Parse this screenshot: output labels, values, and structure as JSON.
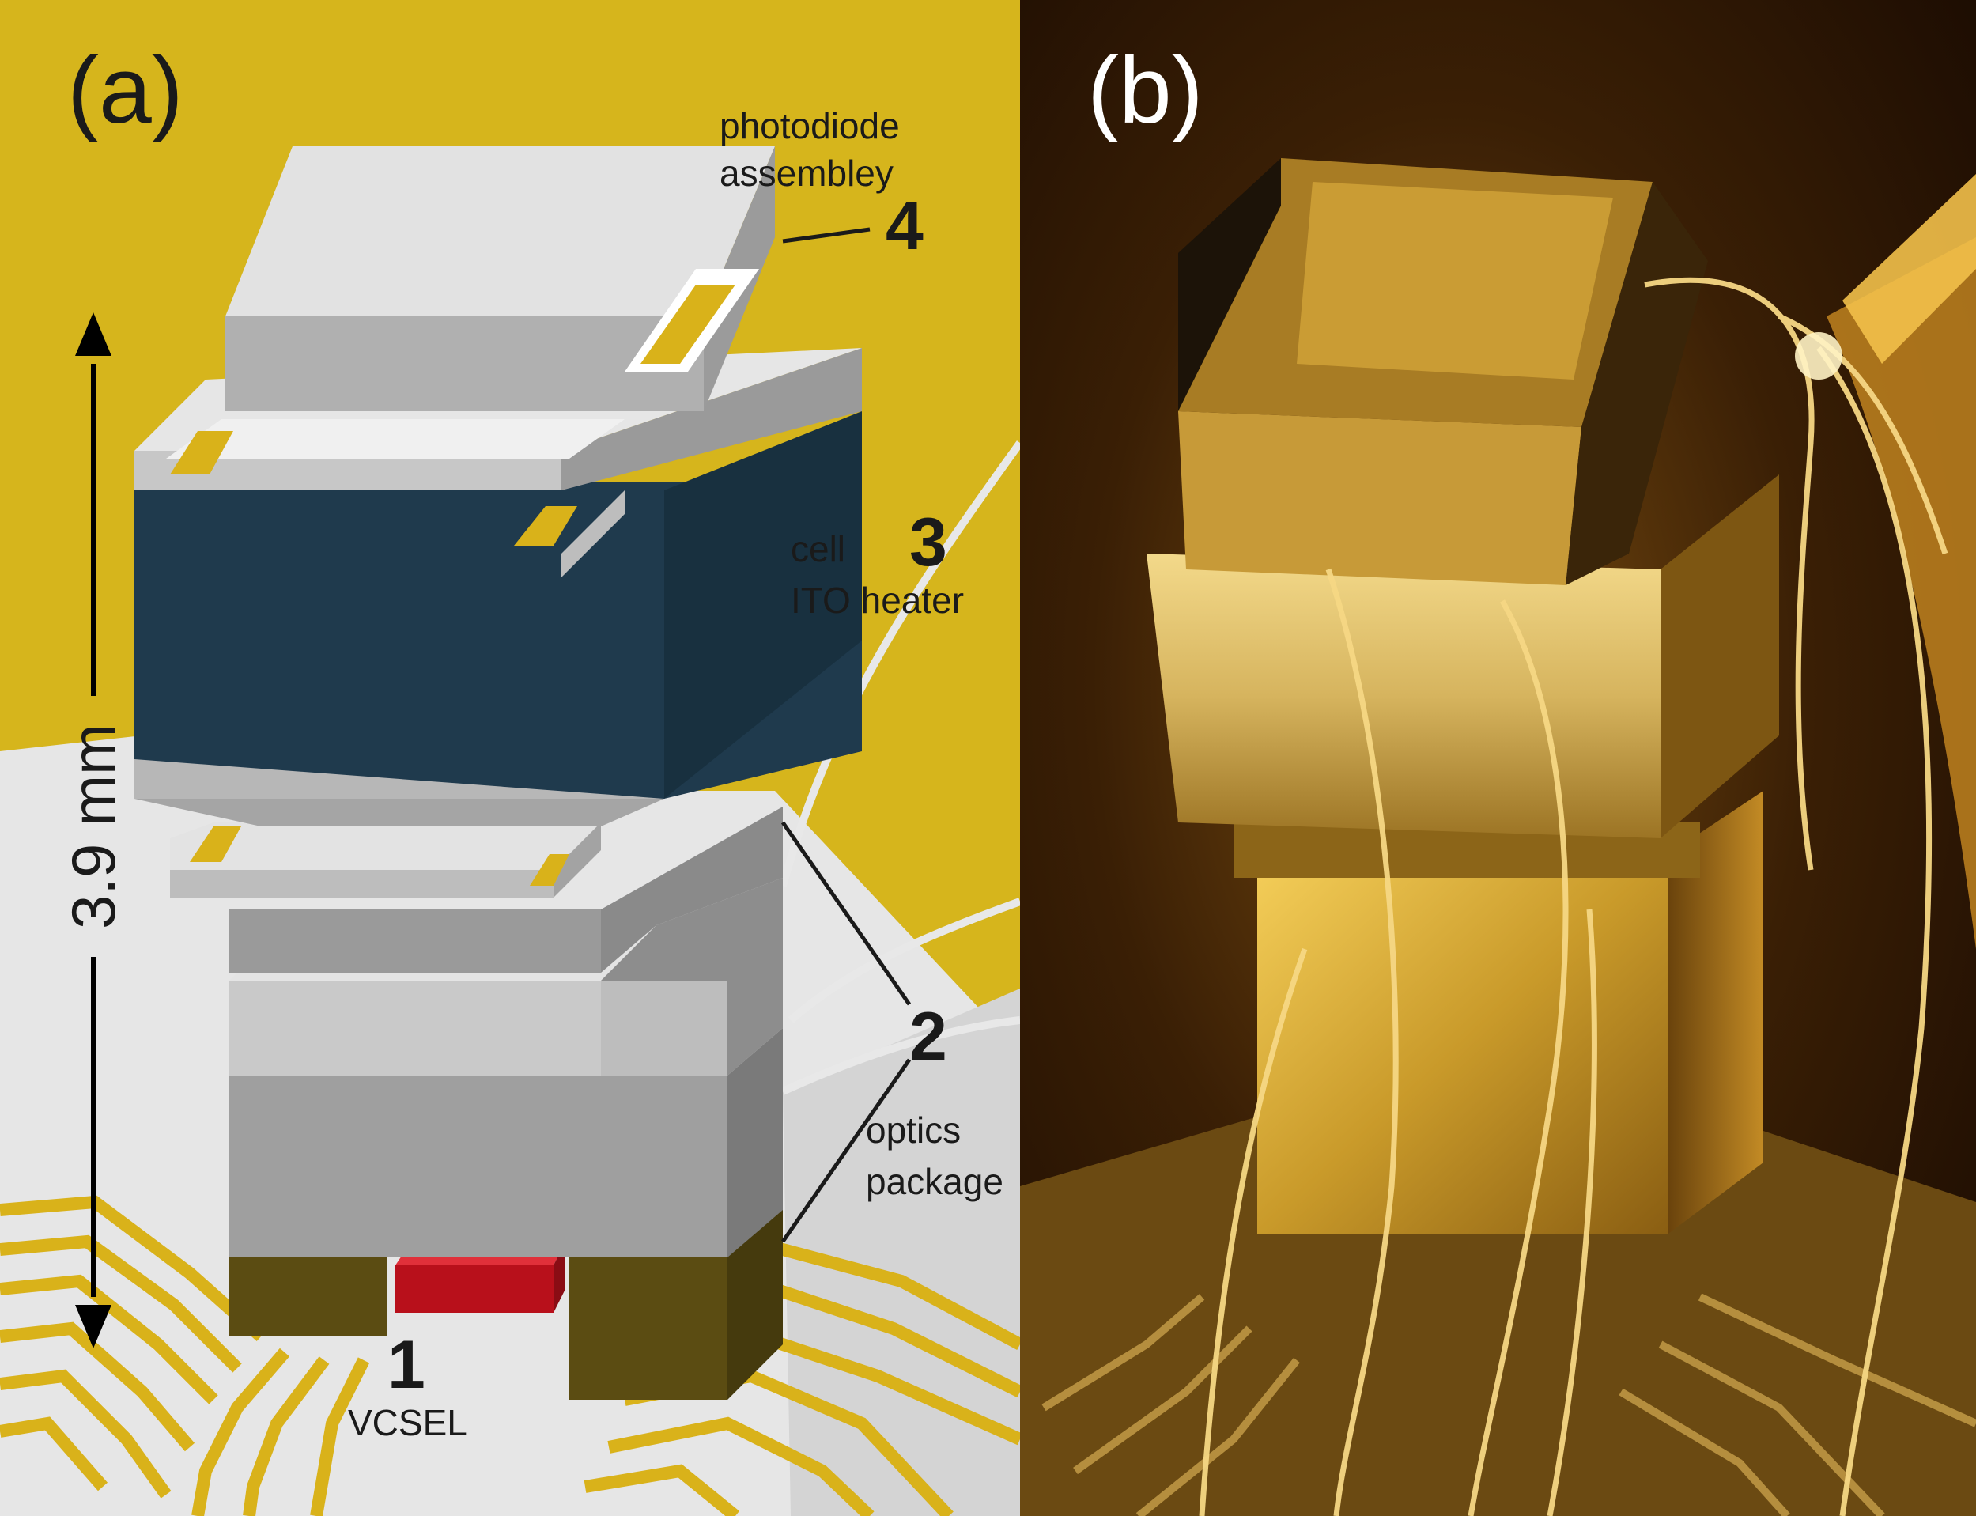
{
  "figure": {
    "panel_a": {
      "letter": "(a)",
      "dimension": "3.9 mm",
      "labels": [
        {
          "id": "photodiode",
          "num": "4",
          "lines": [
            "photodiode",
            "assembley"
          ]
        },
        {
          "id": "cell",
          "num": "3",
          "lines": [
            "cell",
            "ITO heater"
          ]
        },
        {
          "id": "optics",
          "num": "2",
          "lines": [
            "optics",
            "package"
          ]
        },
        {
          "id": "vcsel",
          "num": "1",
          "lines": [
            "VCSEL"
          ]
        }
      ]
    },
    "panel_b": {
      "letter": "(b)"
    }
  },
  "colors": {
    "background_yellow": "#d6b51c",
    "gray_light": "#dcdcdc",
    "gray_mid": "#a9a9a9",
    "gray_dark": "#8a8a8a",
    "cell_blue": "#1f3a4d",
    "gold_trace": "#d9b21a",
    "vcsel_red": "#c5141f",
    "olive_base": "#5b4c12",
    "photo_gold": "#e0a82a"
  }
}
